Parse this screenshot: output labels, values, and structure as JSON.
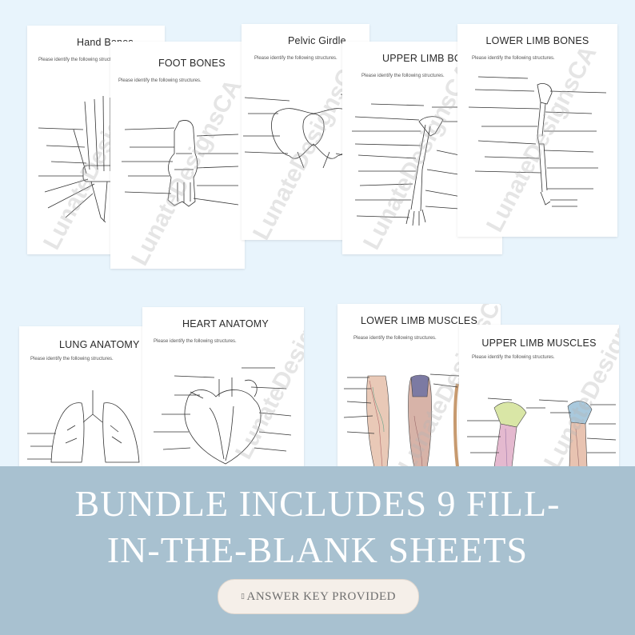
{
  "instruction": "Please identify the following structures.",
  "watermark": "LunateDesignsCA",
  "sheets": {
    "hand": "Hand Bones",
    "foot": "FOOT BONES",
    "pelvic": "Pelvic Girdle",
    "upper_bones": "UPPER LIMB BONES",
    "lower_bones": "LOWER LIMB BONES",
    "lung": "LUNG ANATOMY",
    "heart": "HEART ANATOMY",
    "lower_muscles": "LOWER LIMB MUSCLES",
    "upper_muscles": "UPPER LIMB MUSCLES"
  },
  "banner": {
    "line1": "BUNDLE INCLUDES 9 FILL-",
    "line2": "IN-THE-BLANK SHEETS",
    "badge_glyph": "▯",
    "badge": "ANSWER KEY PROVIDED"
  },
  "colors": {
    "background": "#e8f4fc",
    "banner": "#a8c1d0",
    "badge_bg": "#f5efe9"
  }
}
